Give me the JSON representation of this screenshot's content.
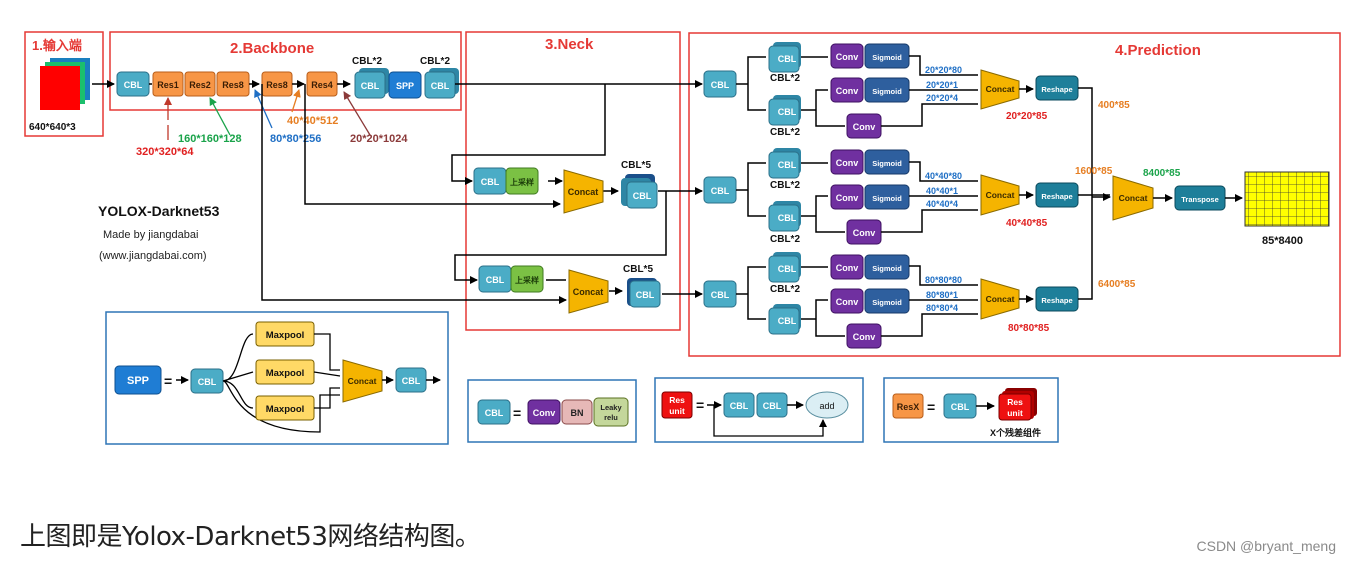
{
  "sections": {
    "input": "1.输入端",
    "backbone": "2.Backbone",
    "neck": "3.Neck",
    "prediction": "4.Prediction"
  },
  "input_size": "640*640*3",
  "blocks": {
    "cbl": "CBL",
    "res1": "Res1",
    "res2": "Res2",
    "res8": "Res8",
    "res4": "Res4",
    "spp": "SPP",
    "cbl2": "CBL*2",
    "cbl5": "CBL*5",
    "upsample": "上采样",
    "concat": "Concat",
    "conv": "Conv",
    "sigmoid": "Sigmoid",
    "reshape": "Reshape",
    "transpose": "Transpose",
    "maxpool": "Maxpool",
    "bn": "BN",
    "leaky_relu_1": "Leaky",
    "leaky_relu_2": "relu",
    "res_unit_1": "Res",
    "res_unit_2": "unit",
    "add": "add",
    "resx": "ResX",
    "equals": "="
  },
  "backbone_sizes": {
    "s320": "320*320*64",
    "s160": "160*160*128",
    "s80": "80*80*256",
    "s40": "40*40*512",
    "s20": "20*20*1024"
  },
  "title": {
    "name": "YOLOX-Darknet53",
    "author": "Made by jiangdabai",
    "site": "(www.jiangdabai.com)"
  },
  "head_dims": {
    "h20": [
      "20*20*80",
      "20*20*1",
      "20*20*4"
    ],
    "h40": [
      "40*40*80",
      "40*40*1",
      "40*40*4"
    ],
    "h80": [
      "80*80*80",
      "80*80*1",
      "80*80*4"
    ],
    "c20": "20*20*85",
    "c40": "40*40*85",
    "c80": "80*80*85",
    "r400": "400*85",
    "r1600": "1600*85",
    "r6400": "6400*85",
    "r8400": "8400*85",
    "out": "85*8400"
  },
  "legend": {
    "x_residual": "X个残差组件"
  },
  "caption": "上图即是Yolox-Darknet53网络结构图。",
  "watermark": "CSDN @bryant_meng",
  "colors": {
    "cbl": "#4bacc6",
    "res": "#f79646",
    "spp": "#1f7dd4",
    "upsample": "#7bc144",
    "concat": "#f5b400",
    "conv": "#7030a0",
    "sigmoid": "#2e5f9e",
    "reshape": "#1e7f9a",
    "grid": "#ffff00",
    "maxpool": "#ffd966",
    "bn": "#e6b8b7",
    "leaky": "#c4d79b",
    "resunit": "#ee1111",
    "red_frame": "#e53935",
    "blue_frame": "#2e75b6",
    "add": "#dbeef4"
  }
}
